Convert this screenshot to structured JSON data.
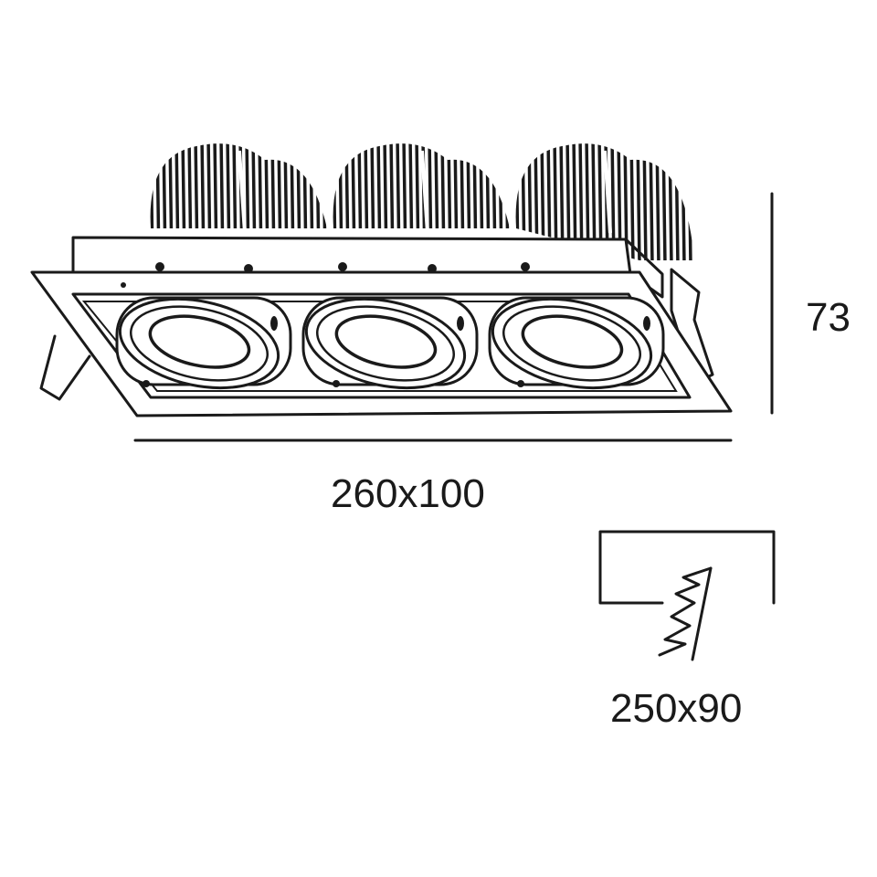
{
  "drawing": {
    "title": "Triple recessed adjustable downlight – dimension drawing",
    "height_label": "73",
    "size_label": "260x100",
    "cutout_label": "250x90",
    "lamp_count": 3,
    "line_color": "#1a1a1a",
    "background": "#ffffff"
  }
}
